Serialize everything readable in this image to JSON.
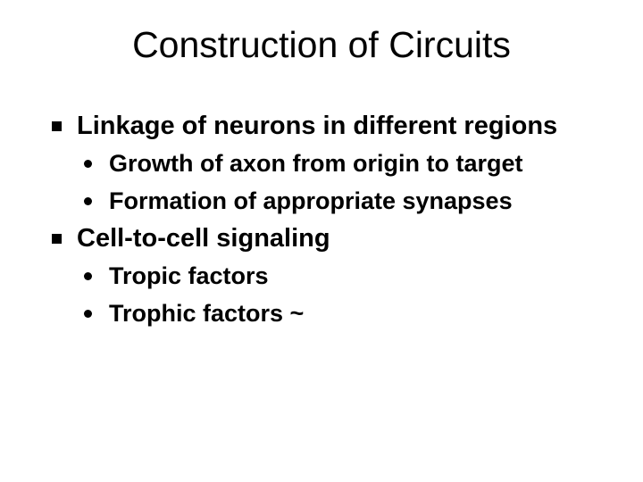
{
  "slide": {
    "title": "Construction of Circuits",
    "background_color": "#ffffff",
    "text_color": "#000000",
    "bullets": [
      {
        "level": 1,
        "marker": "square-bullet-marker",
        "text": "Linkage of neurons in different regions"
      },
      {
        "level": 2,
        "marker": "round-bullet-marker",
        "text": "Growth of axon from origin to target"
      },
      {
        "level": 2,
        "marker": "round-bullet-marker",
        "text": "Formation of appropriate synapses"
      },
      {
        "level": 1,
        "marker": "square-bullet-marker",
        "text": "Cell-to-cell signaling"
      },
      {
        "level": 2,
        "marker": "round-bullet-marker",
        "text": "Tropic factors"
      },
      {
        "level": 2,
        "marker": "round-bullet-marker",
        "text": "Trophic factors ~"
      }
    ]
  }
}
